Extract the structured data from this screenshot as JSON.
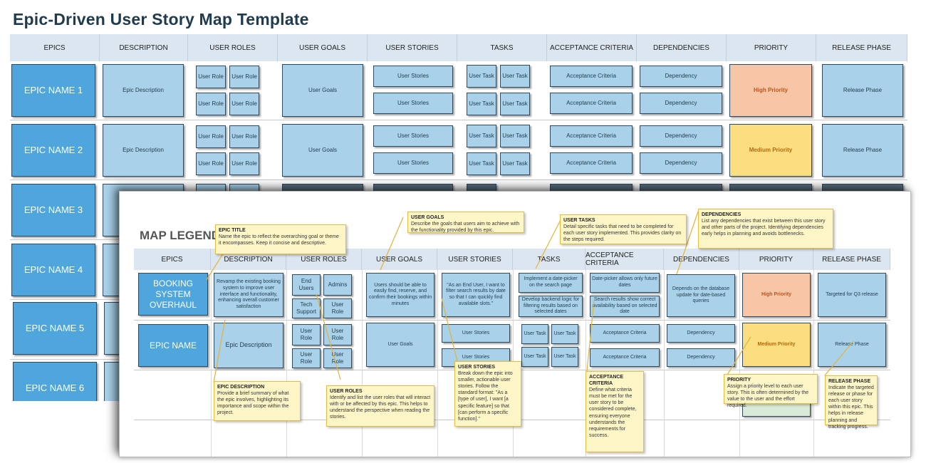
{
  "title": "Epic-Driven User Story Map Template",
  "headers": [
    "EPICS",
    "DESCRIPTION",
    "USER ROLES",
    "USER GOALS",
    "USER STORIES",
    "TASKS",
    "ACCEPTANCE CRITERIA",
    "DEPENDENCIES",
    "PRIORITY",
    "RELEASE PHASE"
  ],
  "main_rows": [
    {
      "epic": "EPIC NAME 1",
      "description": "Epic Description",
      "roles": [
        "User Role",
        "User Role",
        "User Role",
        "User Role"
      ],
      "goals": "User Goals",
      "stories": [
        "User Stories",
        "User Stories"
      ],
      "tasks": [
        "User Task",
        "User Task",
        "User Task",
        "User Task"
      ],
      "criteria": [
        "Acceptance Criteria",
        "Acceptance Criteria"
      ],
      "dependencies": [
        "Dependency",
        "Dependency"
      ],
      "priority": "High Priority",
      "release": "Release Phase"
    },
    {
      "epic": "EPIC NAME 2",
      "description": "Epic Description",
      "roles": [
        "User Role",
        "User Role",
        "User Role",
        "User Role"
      ],
      "goals": "User Goals",
      "stories": [
        "User Stories",
        "User Stories"
      ],
      "tasks": [
        "User Task",
        "User Task",
        "User Task",
        "User Task"
      ],
      "criteria": [
        "Acceptance Criteria",
        "Acceptance Criteria"
      ],
      "dependencies": [
        "Dependency",
        "Dependency"
      ],
      "priority": "Medium Priority",
      "release": "Release Phase"
    }
  ],
  "more_epics": [
    "EPIC NAME 3",
    "EPIC NAME 4",
    "EPIC NAME 5",
    "EPIC NAME 6"
  ],
  "legend": {
    "label": "MAP LEGEND",
    "row1": {
      "epic": "BOOKING SYSTEM OVERHAUL",
      "description": "Revamp the existing booking system to improve user interface and functionality, enhancing overall customer satisfaction",
      "roles": [
        "End Users",
        "Admins",
        "Tech Support",
        "User Role"
      ],
      "goals": "Users should be able to easily find, reserve, and confirm their bookings within minutes",
      "stories": "\"As an End User, I want to filter search results by date so that I can quickly find available slots.\"",
      "tasks": [
        "Implement a date-picker on the search page",
        "Develop backend logic for filtering results based on selected dates"
      ],
      "criteria": [
        "Date-picker allows only future dates",
        "Search results show correct availability based on selected date"
      ],
      "dependencies": "Depends on the database update for date-based queries",
      "priority": "High Priority",
      "release": "Targeted for Q3 release"
    },
    "row2": {
      "epic": "EPIC NAME",
      "description": "Epic Description",
      "roles": [
        "User Role",
        "User Role",
        "User Role",
        "User Role"
      ],
      "goals": "User Goals",
      "stories": [
        "User Stories",
        "User Stories"
      ],
      "tasks": [
        "User Task",
        "User Task",
        "User Task",
        "User Task"
      ],
      "criteria": [
        "Acceptance Criteria",
        "Acceptance Criteria"
      ],
      "dependencies": [
        "Dependency",
        "Dependency"
      ],
      "priority": "Medium Priority",
      "release": "Release Phase"
    },
    "notes": {
      "epic_title": {
        "heading": "EPIC TITLE",
        "text": "Name the epic to reflect the overarching goal or theme it encompasses. Keep it concise and descriptive."
      },
      "user_goals": {
        "heading": "USER GOALS",
        "text": "Describe the goals that users aim to achieve with the functionality provided by this epic."
      },
      "user_tasks": {
        "heading": "USER TASKS",
        "text": "Detail specific tasks that need to be completed for each user story implemented. This provides clarity on the steps required."
      },
      "dependencies": {
        "heading": "DEPENDENCIES",
        "text": "List any dependencies that exist between this user story and other parts of the project. Identifying dependencies early helps in planning and avoids bottlenecks."
      },
      "epic_description": {
        "heading": "EPIC DESCRIPTION",
        "text": "Provide a brief summary of what the epic involves, highlighting its importance and scope within the project."
      },
      "user_roles": {
        "heading": "USER ROLES",
        "text": "Identify and list the user roles that will interact with or be affected by this epic. This helps to understand the perspective when reading the stories."
      },
      "user_stories": {
        "heading": "USER STORIES",
        "text": "Break down the epic into smaller, actionable user stories. Follow the standard format: \"As a [type of user], I want [a specific feature] so that [can perform a specific function].\""
      },
      "acceptance_criteria": {
        "heading": "ACCEPTANCE CRITERIA",
        "text": "Define what criteria must be met for the user story to be considered complete, ensuring everyone understands the requirements for success."
      },
      "priority": {
        "heading": "PRIORITY",
        "text": "Assign a priority level to each user story. This is often determined by the value to the user and the effort required."
      },
      "release_phase": {
        "heading": "RELEASE PHASE",
        "text": "Indicate the targeted release or phase for each user story within this epic. This helps in release planning and tracking progress."
      }
    }
  },
  "colors": {
    "header": "#dbe6f0",
    "epic": "#4ea6dc",
    "light_box": "#a9d2ea",
    "high_priority": "#f7c6a6",
    "medium_priority": "#fbde80",
    "note": "#fff6c8",
    "note_border": "#e5bc3c"
  }
}
